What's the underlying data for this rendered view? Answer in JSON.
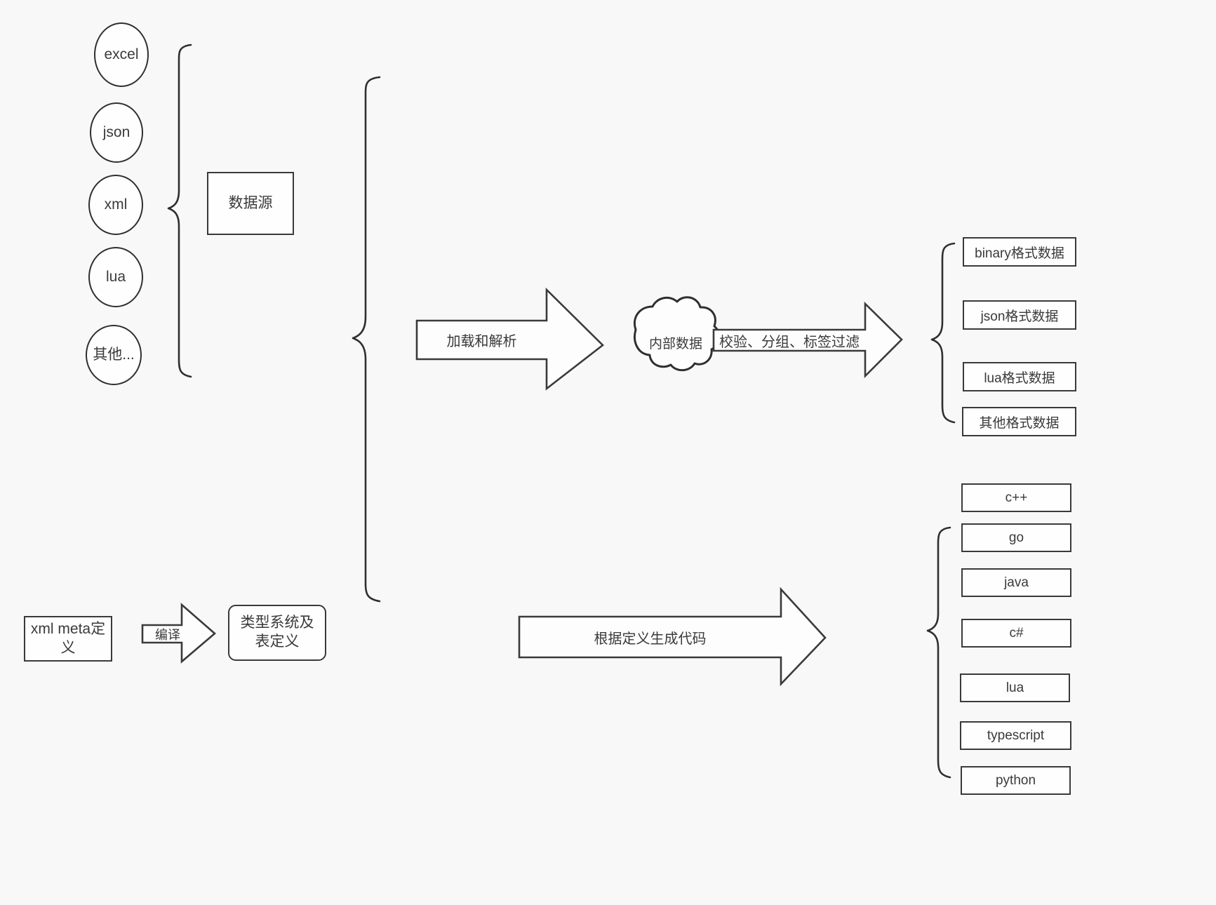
{
  "diagram": {
    "title": "data pipeline and code generation diagram",
    "background_color": "#f8f8f8",
    "stroke_color": "#2f2f2f",
    "text_color": "#3a3a3a"
  },
  "sources": {
    "group_label": "数据源",
    "items": [
      {
        "label": "excel"
      },
      {
        "label": "json"
      },
      {
        "label": "xml"
      },
      {
        "label": "lua"
      },
      {
        "label": "其他..."
      }
    ]
  },
  "meta": {
    "input_label": "xml meta定义",
    "compile_arrow_label": "编译",
    "output_label": "类型系统及表定义"
  },
  "pipeline": {
    "load_arrow_label": "加载和解析",
    "internal_data_label": "内部数据",
    "filter_arrow_label": "校验、分组、标签过滤",
    "codegen_arrow_label": "根据定义生成代码"
  },
  "data_outputs": {
    "items": [
      {
        "label": "binary格式数据"
      },
      {
        "label": "json格式数据"
      },
      {
        "label": "lua格式数据"
      },
      {
        "label": "其他格式数据"
      }
    ]
  },
  "code_outputs": {
    "items": [
      {
        "label": "c++"
      },
      {
        "label": "go"
      },
      {
        "label": "java"
      },
      {
        "label": "c#"
      },
      {
        "label": "lua"
      },
      {
        "label": "typescript"
      },
      {
        "label": "python"
      }
    ]
  }
}
